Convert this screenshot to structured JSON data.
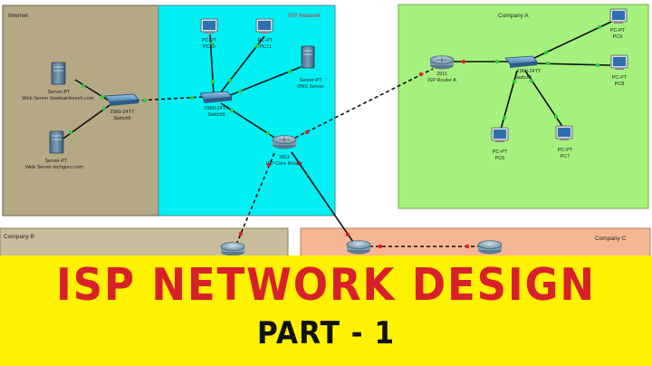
{
  "areas": {
    "internet": {
      "title": "Internet",
      "color": "#b5a985"
    },
    "isp_network": {
      "title": "ISP Network",
      "color": "#00f0f4",
      "title_color": "#e0262b"
    },
    "company_a": {
      "title": "Company A",
      "color": "#a6f07e"
    },
    "company_b": {
      "title": "Company B",
      "color": "#c7bc9c"
    },
    "company_c": {
      "title": "Company C",
      "color": "#f6b595"
    }
  },
  "devices": {
    "web_server_1": {
      "type": "Server-PT",
      "name": "Web Server hiwekainforech.com",
      "icon": "server-icon"
    },
    "web_server_2": {
      "type": "Server-PT",
      "name": "Web Server techguru.com",
      "icon": "server-icon"
    },
    "switch6": {
      "type": "2960-24TT",
      "name": "Switch6",
      "icon": "switch-icon"
    },
    "switch0": {
      "type": "2960-24TT",
      "name": "Switch0",
      "icon": "switch-icon"
    },
    "pc10": {
      "type": "PC-PT",
      "name": "PC10",
      "icon": "pc-icon"
    },
    "pc11": {
      "type": "PC-PT",
      "name": "PC11",
      "icon": "pc-icon"
    },
    "dns_server": {
      "type": "Server-PT",
      "name": "DNS Server",
      "icon": "server-icon"
    },
    "isp_core_router": {
      "type": "2811",
      "name": "ISP Core Router",
      "icon": "router-icon"
    },
    "isp_router_a": {
      "type": "2911",
      "name": "ISP Router A",
      "icon": "router-icon"
    },
    "switch1": {
      "type": "2960-24TT",
      "name": "Switch1",
      "icon": "switch-icon"
    },
    "pc9": {
      "type": "PC-PT",
      "name": "PC9",
      "icon": "pc-icon"
    },
    "pc8": {
      "type": "PC-PT",
      "name": "PC8",
      "icon": "pc-icon"
    },
    "pc6": {
      "type": "PC-PT",
      "name": "PC6",
      "icon": "pc-icon"
    },
    "pc7": {
      "type": "PC-PT",
      "name": "PC7",
      "icon": "pc-icon"
    },
    "router_b": {
      "icon": "router-icon"
    },
    "router_c_isp": {
      "icon": "router-icon"
    },
    "router_c": {
      "icon": "router-icon"
    }
  },
  "link_colors": {
    "ok": "#2ecc40",
    "down": "#e02020",
    "line": "#111111"
  },
  "banner": {
    "title": "ISP NETWORK DESIGN",
    "subtitle": "PART - 1",
    "background": "#fff200",
    "title_color": "#d8202a",
    "subtitle_color": "#111111"
  }
}
